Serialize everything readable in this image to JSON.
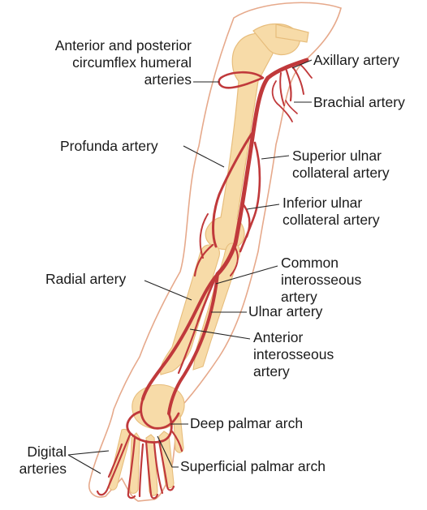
{
  "colors": {
    "artery": "#c0393b",
    "artery_dark": "#8f2326",
    "bone": "#f7dba8",
    "bone_edge": "#e7bd7c",
    "skin_outline": "#e6a98b",
    "leader": "#222222"
  },
  "labels": {
    "circumflex": [
      "Anterior and posterior",
      "circumflex humeral",
      "arteries"
    ],
    "axillary": [
      "Axillary artery"
    ],
    "brachial": [
      "Brachial artery"
    ],
    "profunda": [
      "Profunda artery"
    ],
    "superior_ulnar": [
      "Superior ulnar",
      "collateral artery"
    ],
    "inferior_ulnar": [
      "Inferior ulnar",
      "collateral artery"
    ],
    "common_interosseous": [
      "Common",
      "interosseous",
      "artery"
    ],
    "radial": [
      "Radial artery"
    ],
    "ulnar": [
      "Ulnar artery"
    ],
    "anterior_interosseous": [
      "Anterior",
      "interosseous",
      "artery"
    ],
    "deep_palmar": [
      "Deep palmar arch"
    ],
    "digital": [
      "Digital",
      "arteries"
    ],
    "superficial_palmar": [
      "Superficial palmar arch"
    ]
  }
}
